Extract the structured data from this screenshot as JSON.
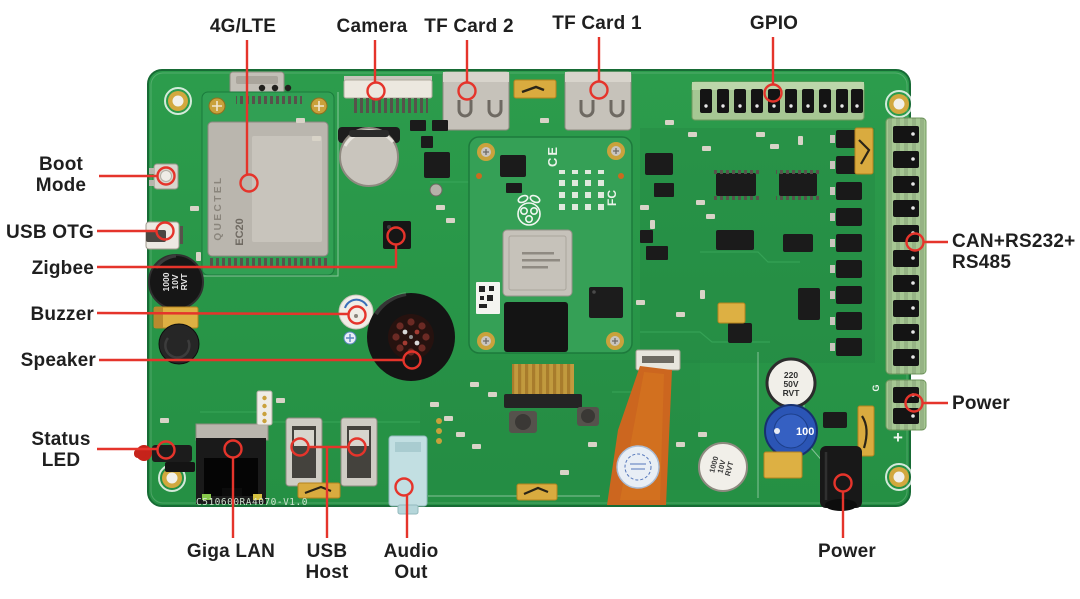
{
  "colors": {
    "background": "#ffffff",
    "pcb_green": "#2a9849",
    "module_green": "#31a054",
    "terminal_green": "#a6c793",
    "leader_red": "#e5342b",
    "label_text": "#1f1f1f"
  },
  "labels": {
    "lte": "4G/LTE",
    "camera": "Camera",
    "tf_card_2": "TF Card 2",
    "tf_card_1": "TF Card 1",
    "gpio": "GPIO",
    "boot_mode": "Boot\nMode",
    "usb_otg": "USB OTG",
    "zigbee": "Zigbee",
    "buzzer": "Buzzer",
    "speaker": "Speaker",
    "status_led": "Status\nLED",
    "can_rs232_rs485": "CAN+RS232+\nRS485",
    "power_right": "Power",
    "giga_lan": "Giga LAN",
    "usb_host": "USB\nHost",
    "audio_out": "Audio\nOut",
    "power_bottom": "Power"
  },
  "silkscreen": {
    "part_number": "C510600RA4070-V1.0",
    "power_plus": "+",
    "power_ground": "G"
  },
  "components": {
    "lte_module": {
      "brand": "QUECTEL",
      "model": "EC20"
    },
    "cm4": {
      "ce_mark": "CE",
      "fcc_mark": "FC"
    },
    "cap_left": {
      "l1": "1000",
      "l2": "10V",
      "l3": "RVT"
    },
    "cap_power_top": {
      "l1": "220",
      "l2": "50V",
      "l3": "RVT"
    },
    "cap_power_bottom": {
      "l1": "1000",
      "l2": "10V",
      "l3": "RVT"
    },
    "inductor": {
      "value": "100"
    }
  }
}
